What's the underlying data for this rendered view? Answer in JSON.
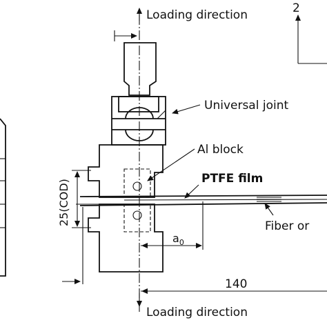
{
  "labels": {
    "loading_top": "Loading direction",
    "loading_bottom": "Loading direction",
    "universal_joint": "Universal joint",
    "al_block": "Al block",
    "ptfe_film": "PTFE film",
    "fiber": "Fiber or",
    "cod": "25(COD)",
    "a0": "a",
    "a0_sub": "0",
    "dim_140": "140",
    "axis_2": "2"
  }
}
